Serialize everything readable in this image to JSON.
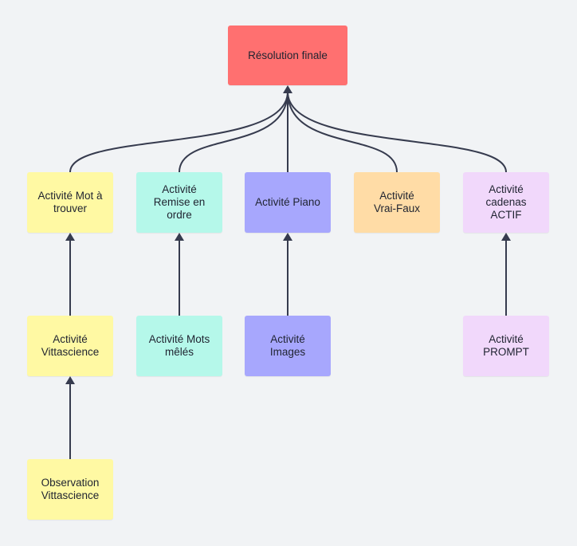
{
  "colors": {
    "background": "#f1f3f5",
    "edge": "#363b4e",
    "red": "#ff7070",
    "yellow": "#fff9a3",
    "mint": "#b5f8ea",
    "violet": "#a7a7fd",
    "peach": "#ffdca6",
    "lilac": "#f1d8fb"
  },
  "nodes": {
    "resolution": {
      "label": "Résolution finale",
      "color": "red"
    },
    "mot": {
      "label": "Activité Mot à\ntrouver",
      "color": "yellow"
    },
    "remise": {
      "label": "Activité\nRemise en\nordre",
      "color": "mint"
    },
    "piano": {
      "label": "Activité Piano",
      "color": "violet"
    },
    "vrai": {
      "label": "Activité\nVrai-Faux",
      "color": "peach"
    },
    "cadenas": {
      "label": "Activité\ncadenas\nACTIF",
      "color": "lilac"
    },
    "vitta": {
      "label": "Activité\nVittascience",
      "color": "yellow"
    },
    "motsmeles": {
      "label": "Activité Mots\nmêlés",
      "color": "mint"
    },
    "images": {
      "label": "Activité\nImages",
      "color": "violet"
    },
    "prompt": {
      "label": "Activité\nPROMPT",
      "color": "lilac"
    },
    "observation": {
      "label": "Observation\nVittascience",
      "color": "yellow"
    }
  },
  "edges": [
    {
      "from": "mot",
      "to": "resolution"
    },
    {
      "from": "remise",
      "to": "resolution"
    },
    {
      "from": "piano",
      "to": "resolution"
    },
    {
      "from": "vrai",
      "to": "resolution"
    },
    {
      "from": "cadenas",
      "to": "resolution"
    },
    {
      "from": "vitta",
      "to": "mot"
    },
    {
      "from": "observation",
      "to": "vitta"
    },
    {
      "from": "motsmeles",
      "to": "remise"
    },
    {
      "from": "images",
      "to": "piano"
    },
    {
      "from": "prompt",
      "to": "cadenas"
    }
  ]
}
